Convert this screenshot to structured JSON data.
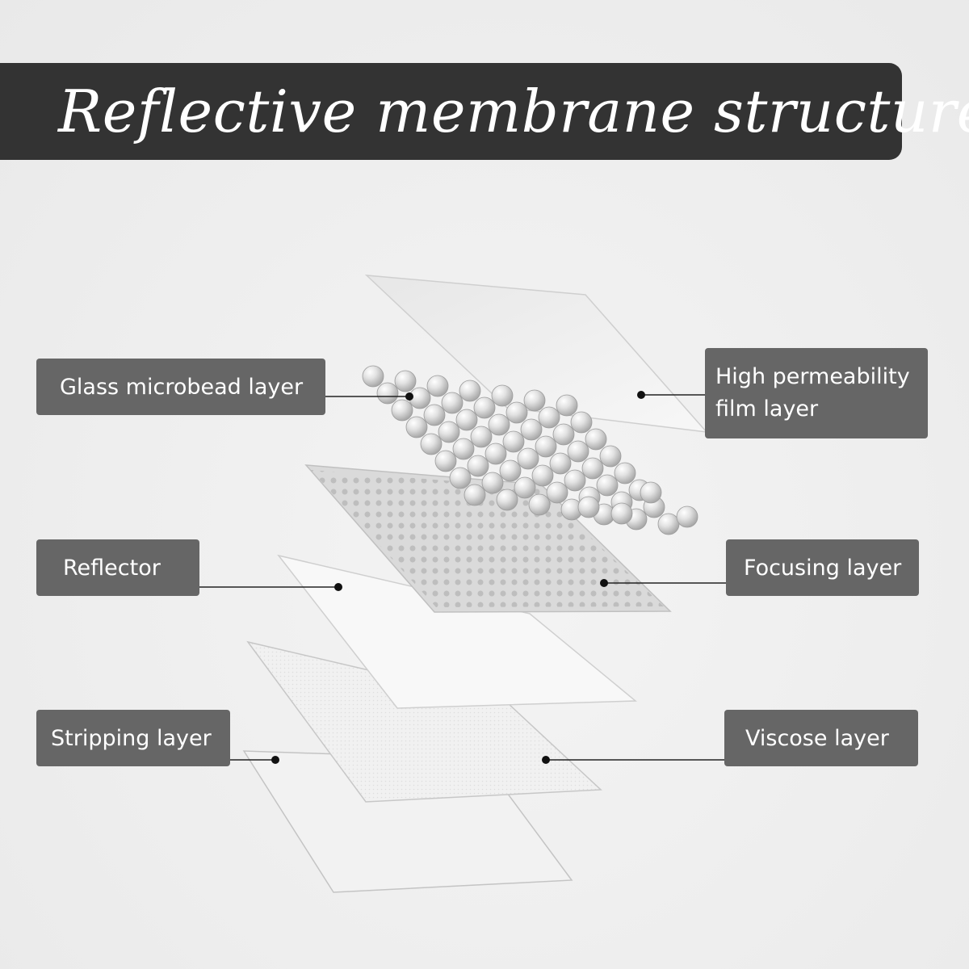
{
  "title": "Reflective membrane structure",
  "labels": {
    "glass_microbead": "Glass microbead layer",
    "high_permeability_line1": "High permeability",
    "high_permeability_line2": "film layer",
    "reflector": "Reflector",
    "focusing": "Focusing layer",
    "stripping": "Stripping layer",
    "viscose": "Viscose layer"
  },
  "colors": {
    "title_bar": "#333333",
    "label_box": "#666666",
    "label_text": "#ffffff",
    "leader_line": "#222222"
  }
}
